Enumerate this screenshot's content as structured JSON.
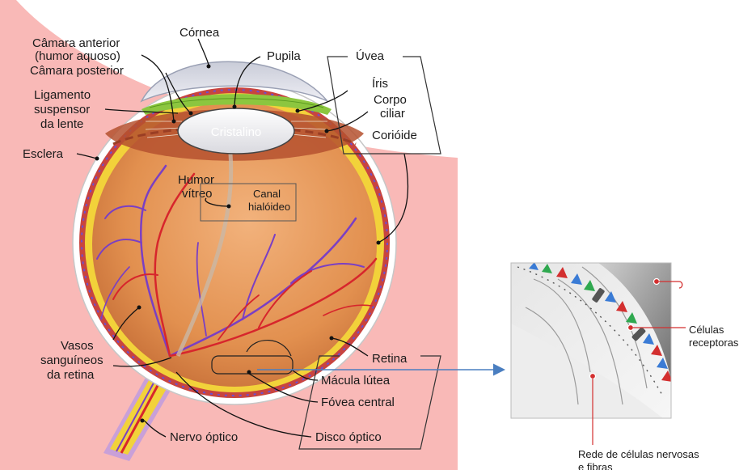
{
  "eye": {
    "cornea": "Córnea",
    "anterior_chamber_1": "Câmara anterior",
    "anterior_chamber_2": "(humor aquoso)",
    "posterior_chamber": "Câmara posterior",
    "pupil": "Pupila",
    "uvea": "Úvea",
    "iris": "Íris",
    "ciliary_body_1": "Corpo",
    "ciliary_body_2": "ciliar",
    "choroid": "Corióide",
    "ligament_1": "Ligamento",
    "ligament_2": "suspensor",
    "ligament_3": "da lente",
    "lens": "Cristalino",
    "sclera": "Esclera",
    "vitreous_1": "Humor",
    "vitreous_2": "vítreo",
    "hyaloid_1": "Canal",
    "hyaloid_2": "hialóideo",
    "vessels_1": "Vasos",
    "vessels_2": "sanguíneos",
    "vessels_3": "da retina",
    "retina": "Retina",
    "macula": "Mácula lútea",
    "fovea": "Fóvea central",
    "optic_disc": "Disco óptico",
    "optic_nerve": "Nervo óptico"
  },
  "inset": {
    "receptor_1": "Células",
    "receptor_2": "receptoras",
    "network_1": "Rede de células nervosas",
    "network_2": "e fibras"
  },
  "colors": {
    "background_pink": "#f9b9b7",
    "eyeball_orange": "#e59a5a",
    "retina_yellow": "#f2d23a",
    "iris_green": "#8cc63f",
    "vessel_red": "#d7262c",
    "vessel_purple": "#7a3fc4",
    "arrow_blue": "#4a7ec0"
  }
}
